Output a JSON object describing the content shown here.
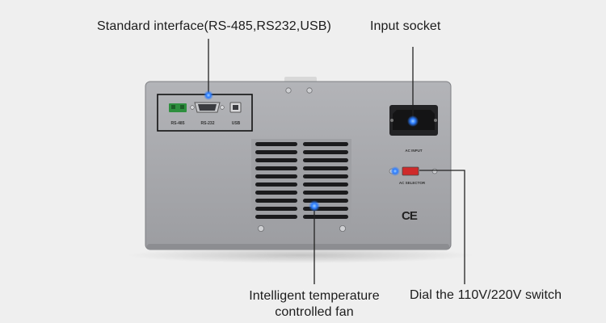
{
  "callouts": {
    "standard_interface": "Standard interface(RS-485,RS232,USB)",
    "input_socket": "Input socket",
    "fan_line1": "Intelligent temperature",
    "fan_line2": "controlled fan",
    "switch": "Dial the 110V/220V switch"
  },
  "ports": {
    "rs485": "RS-485",
    "rs232": "RS-232",
    "usb": "USB"
  },
  "panel_labels": {
    "ac_input": "AC INPUT",
    "ac_selector": "AC SELECTOR",
    "ce_mark": "CE"
  },
  "colors": {
    "background": "#efefef",
    "panel": "#a9aaae",
    "marker_blue": "#2a7bff",
    "line": "#222222"
  }
}
